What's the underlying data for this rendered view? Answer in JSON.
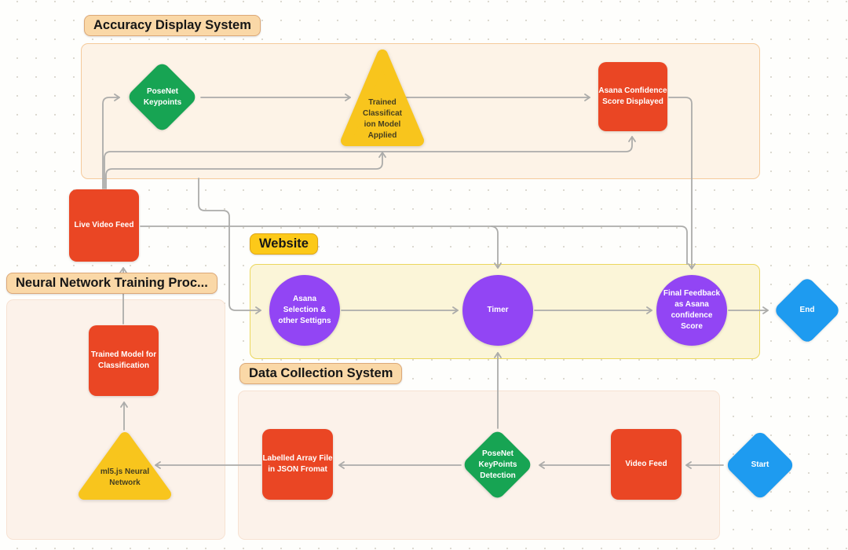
{
  "containers": {
    "accuracy": {
      "label": "Accuracy Display System"
    },
    "website": {
      "label": "Website"
    },
    "neural_training": {
      "label": "Neural Network Training Proc..."
    },
    "data_collection": {
      "label": "Data Collection System"
    }
  },
  "nodes": {
    "posenet_keypoints": {
      "label": "PoseNet\nKeypoints",
      "shape": "diamond",
      "color": "#17a453"
    },
    "trained_classification": {
      "label": "Trained\nClassificat\nion Model\nApplied",
      "shape": "triangle",
      "color": "#f8c51d"
    },
    "asana_confidence": {
      "label": "Asana Confidence\nScore Displayed",
      "shape": "rect",
      "color": "#ea4624"
    },
    "live_video_feed": {
      "label": "Live Video Feed",
      "shape": "rect",
      "color": "#ea4624"
    },
    "trained_model": {
      "label": "Trained Model for\nClassification",
      "shape": "rect",
      "color": "#ea4624"
    },
    "ml5_network": {
      "label": "ml5.js Neural\nNetwork",
      "shape": "triangle",
      "color": "#f8c51d"
    },
    "labelled_array": {
      "label": "Labelled Array File\nin JSON Fromat",
      "shape": "rect",
      "color": "#ea4624"
    },
    "posenet_detection": {
      "label": "PoseNet\nKeyPoints\nDetection",
      "shape": "diamond",
      "color": "#17a453"
    },
    "video_feed": {
      "label": "Video Feed",
      "shape": "rect",
      "color": "#ea4624"
    },
    "start": {
      "label": "Start",
      "shape": "diamond",
      "color": "#1e9bf0"
    },
    "end": {
      "label": "End",
      "shape": "diamond",
      "color": "#1e9bf0"
    },
    "asana_selection": {
      "label": "Asana\nSelection &\nother Settigns",
      "shape": "circle",
      "color": "#9245f4"
    },
    "timer": {
      "label": "Timer",
      "shape": "circle",
      "color": "#9245f4"
    },
    "final_feedback": {
      "label": "Final Feedback\nas Asana\nconfidence\nScore",
      "shape": "circle",
      "color": "#9245f4"
    }
  },
  "connectors": [
    {
      "from": "live_video_feed",
      "to": "posenet_keypoints"
    },
    {
      "from": "posenet_keypoints",
      "to": "trained_classification"
    },
    {
      "from": "trained_classification",
      "to": "asana_confidence"
    },
    {
      "from": "live_video_feed",
      "to": "trained_classification"
    },
    {
      "from": "live_video_feed",
      "to": "asana_confidence"
    },
    {
      "from": "asana_confidence",
      "to": "final_feedback"
    },
    {
      "from": "live_video_feed",
      "to": "final_feedback"
    },
    {
      "from": "live_video_feed",
      "to": "timer"
    },
    {
      "from": "accuracy",
      "to": "asana_selection"
    },
    {
      "from": "asana_selection",
      "to": "timer"
    },
    {
      "from": "timer",
      "to": "final_feedback"
    },
    {
      "from": "final_feedback",
      "to": "end"
    },
    {
      "from": "posenet_detection",
      "to": "timer"
    },
    {
      "from": "start",
      "to": "video_feed"
    },
    {
      "from": "video_feed",
      "to": "posenet_detection"
    },
    {
      "from": "posenet_detection",
      "to": "labelled_array"
    },
    {
      "from": "labelled_array",
      "to": "ml5_network"
    },
    {
      "from": "ml5_network",
      "to": "trained_model"
    },
    {
      "from": "trained_model",
      "to": "live_video_feed"
    }
  ],
  "palette": {
    "node_red": "#ea4624",
    "node_green": "#17a453",
    "node_yellow": "#f8c51d",
    "node_purple": "#9245f4",
    "node_blue": "#1e9bf0",
    "connector_gray": "#acacaa",
    "container_peach_fill": "#fdf3e7",
    "container_peach_border": "#f5ca9b",
    "container_yellow_fill": "#fbf5d8",
    "container_yellow_border": "#ebd75e",
    "container_pink_fill": "#fcf2ea",
    "container_pink_border": "#f7e2d2",
    "pill_peach": "#fad8a7",
    "pill_yellow": "#fcc919"
  }
}
